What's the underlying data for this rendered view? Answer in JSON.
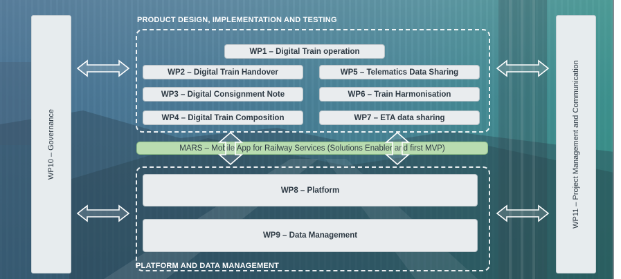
{
  "sections": {
    "top_title": "PRODUCT DESIGN, IMPLEMENTATION AND TESTING",
    "bottom_title": "PLATFORM AND DATA MANAGEMENT"
  },
  "side": {
    "left_label": "WP10 – Governance",
    "right_label": "WP11 – Project Management and Communication"
  },
  "workpackages": {
    "wp1": "WP1 – Digital Train operation",
    "wp2": "WP2 – Digital Train Handover",
    "wp3": "WP3 – Digital Consignment Note",
    "wp4": "WP4 – Digital Train Composition",
    "wp5": "WP5 – Telematics Data Sharing",
    "wp6": "WP6 – Train Harmonisation",
    "wp7": "WP7 – ETA data sharing",
    "wp8": "WP8 – Platform",
    "wp9": "WP9 – Data Management"
  },
  "mars": "MARS – Mobile App for Railway Services (Solutions Enabler and first MVP)",
  "colors": {
    "box_fill": "#e9ecee",
    "mars_fill": "#b9dcb0",
    "arrow": "#ffffff"
  }
}
